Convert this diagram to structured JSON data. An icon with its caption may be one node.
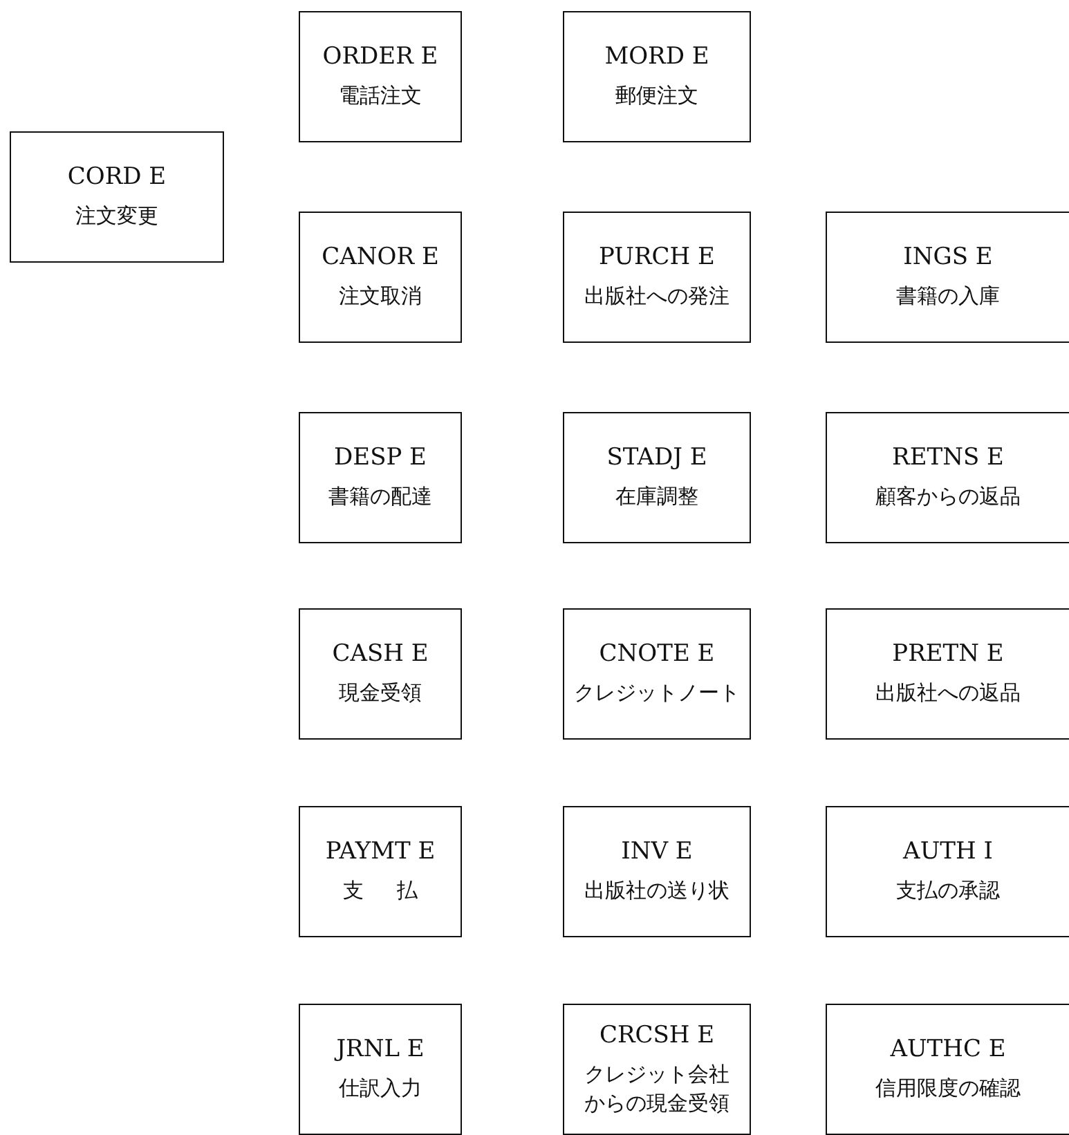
{
  "diagram": {
    "nodes": [
      {
        "text": [
          "ORDER E",
          "電話注文"
        ]
      },
      {
        "text": [
          "MORD E",
          "郵便注文"
        ]
      },
      {
        "text": [
          "CORD E",
          "注文変更"
        ]
      },
      {
        "text": [
          "CANOR E",
          "注文取消"
        ]
      },
      {
        "text": [
          "PURCH E",
          "出版社への発注"
        ]
      },
      {
        "text": [
          "INGS E",
          "書籍の入庫"
        ]
      },
      {
        "text": [
          "DESP E",
          "書籍の配達"
        ]
      },
      {
        "text": [
          "STADJ E",
          "在庫調整"
        ]
      },
      {
        "text": [
          "RETNS E",
          "顧客からの返品"
        ]
      },
      {
        "text": [
          "CASH E",
          "現金受領"
        ]
      },
      {
        "text": [
          "CNOTE E",
          "クレジットノート"
        ]
      },
      {
        "text": [
          "PRETN E",
          "出版社への返品"
        ]
      },
      {
        "text": [
          "PAYMT E",
          "支払"
        ]
      },
      {
        "text": [
          "INV E",
          "出版社の送り状"
        ]
      },
      {
        "text": [
          "AUTH I",
          "支払の承認"
        ]
      },
      {
        "text": [
          "JRNL E",
          "仕訳入力"
        ]
      },
      {
        "text": [
          "CRCSH E",
          "クレジット会社からの現金受領"
        ]
      },
      {
        "text": [
          "AUTHC E",
          "信用限度の確認"
        ]
      }
    ]
  }
}
